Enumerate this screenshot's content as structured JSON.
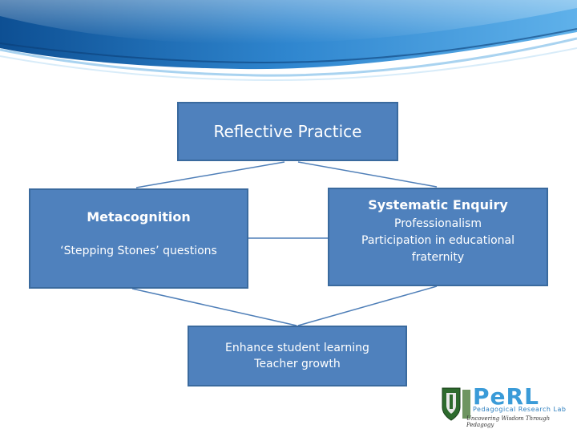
{
  "diagram": {
    "top": {
      "label": "Reflective Practice"
    },
    "left": {
      "title": "Metacognition",
      "subtitle": "‘Stepping Stones’  questions"
    },
    "right": {
      "title": "Systematic Enquiry",
      "line1": "Professionalism",
      "line2": "Participation in educational",
      "line3": "fraternity"
    },
    "bottom": {
      "line1": "Enhance student learning",
      "line2": "Teacher growth"
    }
  },
  "logo": {
    "wordmark": "PeRL",
    "subtitle": "Pedagogical Research Lab",
    "tagline": "Uncovering Wisdom Through Pedagogy"
  },
  "colors": {
    "box_fill": "#4f81bd",
    "box_border": "#3a6a9e",
    "banner": "#1f6fb5",
    "logo": "#3a9bd8"
  }
}
